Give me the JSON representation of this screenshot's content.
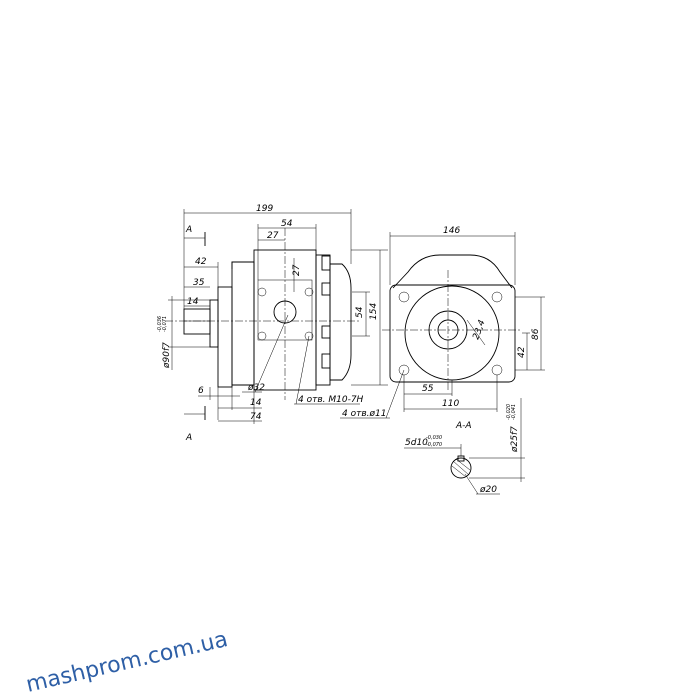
{
  "colors": {
    "line": "#000000",
    "watermark": "#2e5fa6",
    "background": "#ffffff"
  },
  "front": {
    "overall_length": "199",
    "width_54": "54",
    "width_27": "27",
    "height_27": "27",
    "height_54": "54",
    "height_154": "154",
    "len_42": "42",
    "len_35": "35",
    "len_14_top": "14",
    "len_6": "6",
    "len_14_bottom": "14",
    "len_74": "74",
    "dia_32": "ø32",
    "holes_thread": "4 отв. М10-7Н",
    "shaft_dia": "ø90f7",
    "shaft_tol_upper": "-0,036",
    "shaft_tol_lower": "-0,071",
    "section_top": "A",
    "section_bottom": "A"
  },
  "side": {
    "width_146": "146",
    "height_86": "86",
    "height_42": "42",
    "dia_23_4": "23,4",
    "len_55": "55",
    "len_110": "110",
    "holes_dia": "4 отв.ø11"
  },
  "section": {
    "title": "A-A",
    "spline": "5d10",
    "spline_tol_upper": "-0,030",
    "spline_tol_lower": "-0,070",
    "dia_25": "ø25f7",
    "dia_25_tol_upper": "-0,020",
    "dia_25_tol_lower": "-0,041",
    "dia_20": "ø20"
  },
  "watermark": "mashprom.com.ua"
}
